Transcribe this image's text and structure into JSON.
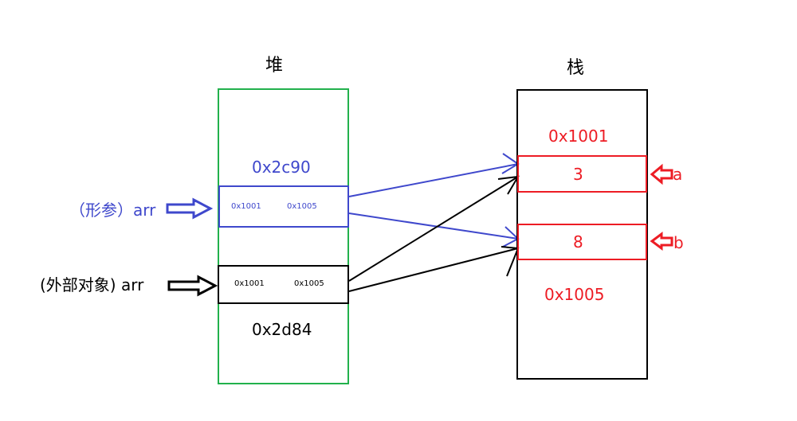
{
  "heap": {
    "title": "堆",
    "param_address": "0x2c90",
    "outer_address": "0x2d84",
    "param_array": {
      "cells": [
        "0x1001",
        "0x1005"
      ]
    },
    "outer_array": {
      "cells": [
        "0x1001",
        "0x1005"
      ]
    }
  },
  "stack": {
    "title": "栈",
    "top_address": "0x1001",
    "bottom_address": "0x1005",
    "cells": [
      {
        "value": "3",
        "variable": "a"
      },
      {
        "value": "8",
        "variable": "b"
      }
    ]
  },
  "labels": {
    "param": "（形参）arr",
    "outer": "(外部对象) arr"
  },
  "colors": {
    "heap_border": "#22b14c",
    "param": "#3f48cc",
    "stack_highlight": "#ed1c24",
    "outer": "#000000"
  }
}
